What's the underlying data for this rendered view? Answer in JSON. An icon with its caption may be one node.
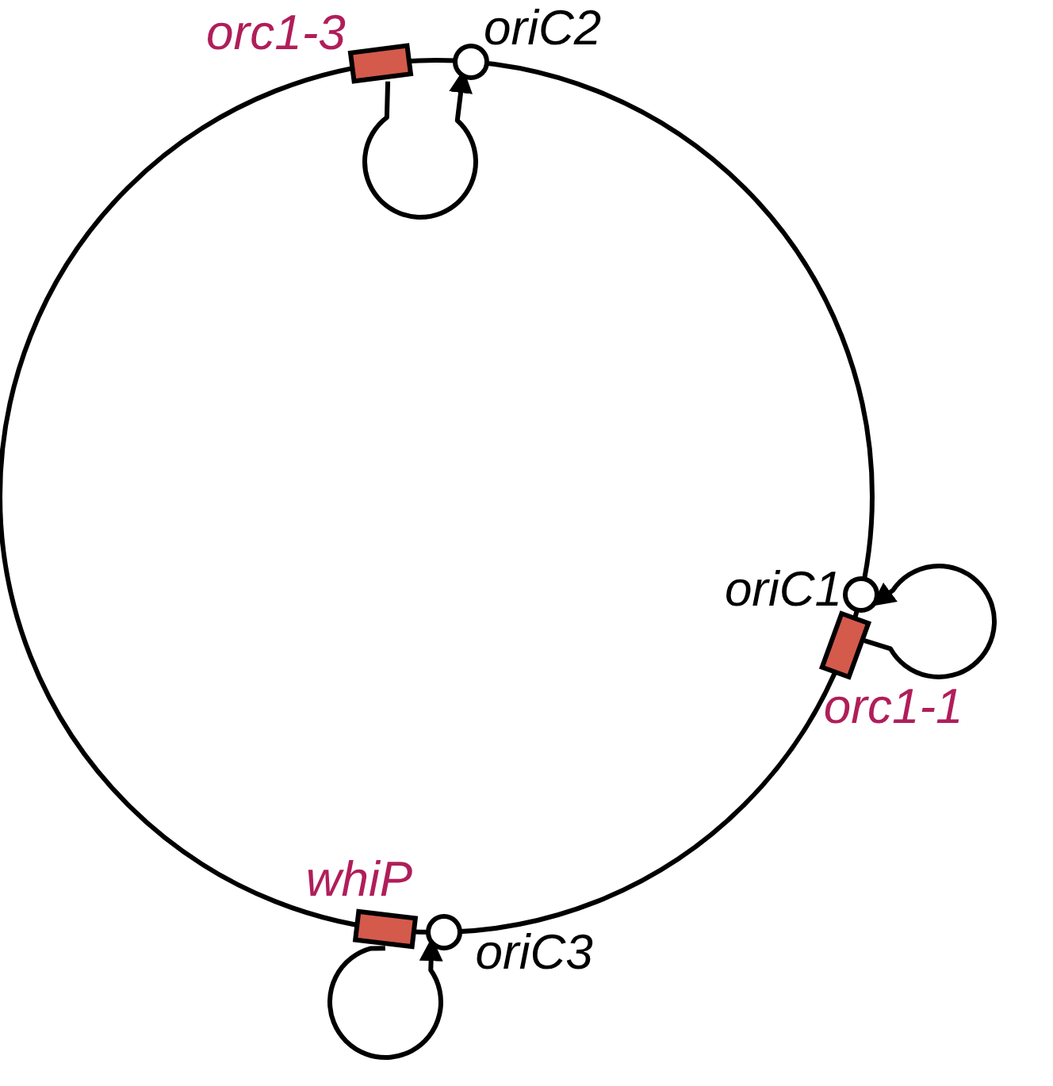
{
  "diagram": {
    "nodes": [
      {
        "text": [
          "orc1-3"
        ]
      },
      {
        "text": [
          "oriC2"
        ]
      },
      {
        "text": [
          "oriC1"
        ]
      },
      {
        "text": [
          "orc1-1"
        ]
      },
      {
        "text": [
          "whiP"
        ]
      },
      {
        "text": [
          "oriC3"
        ]
      }
    ],
    "edges": [
      {
        "from": 0,
        "to": 1,
        "arrow": "to"
      },
      {
        "from": 3,
        "to": 2,
        "arrow": "to"
      },
      {
        "from": 4,
        "to": 5,
        "arrow": "to"
      }
    ]
  }
}
